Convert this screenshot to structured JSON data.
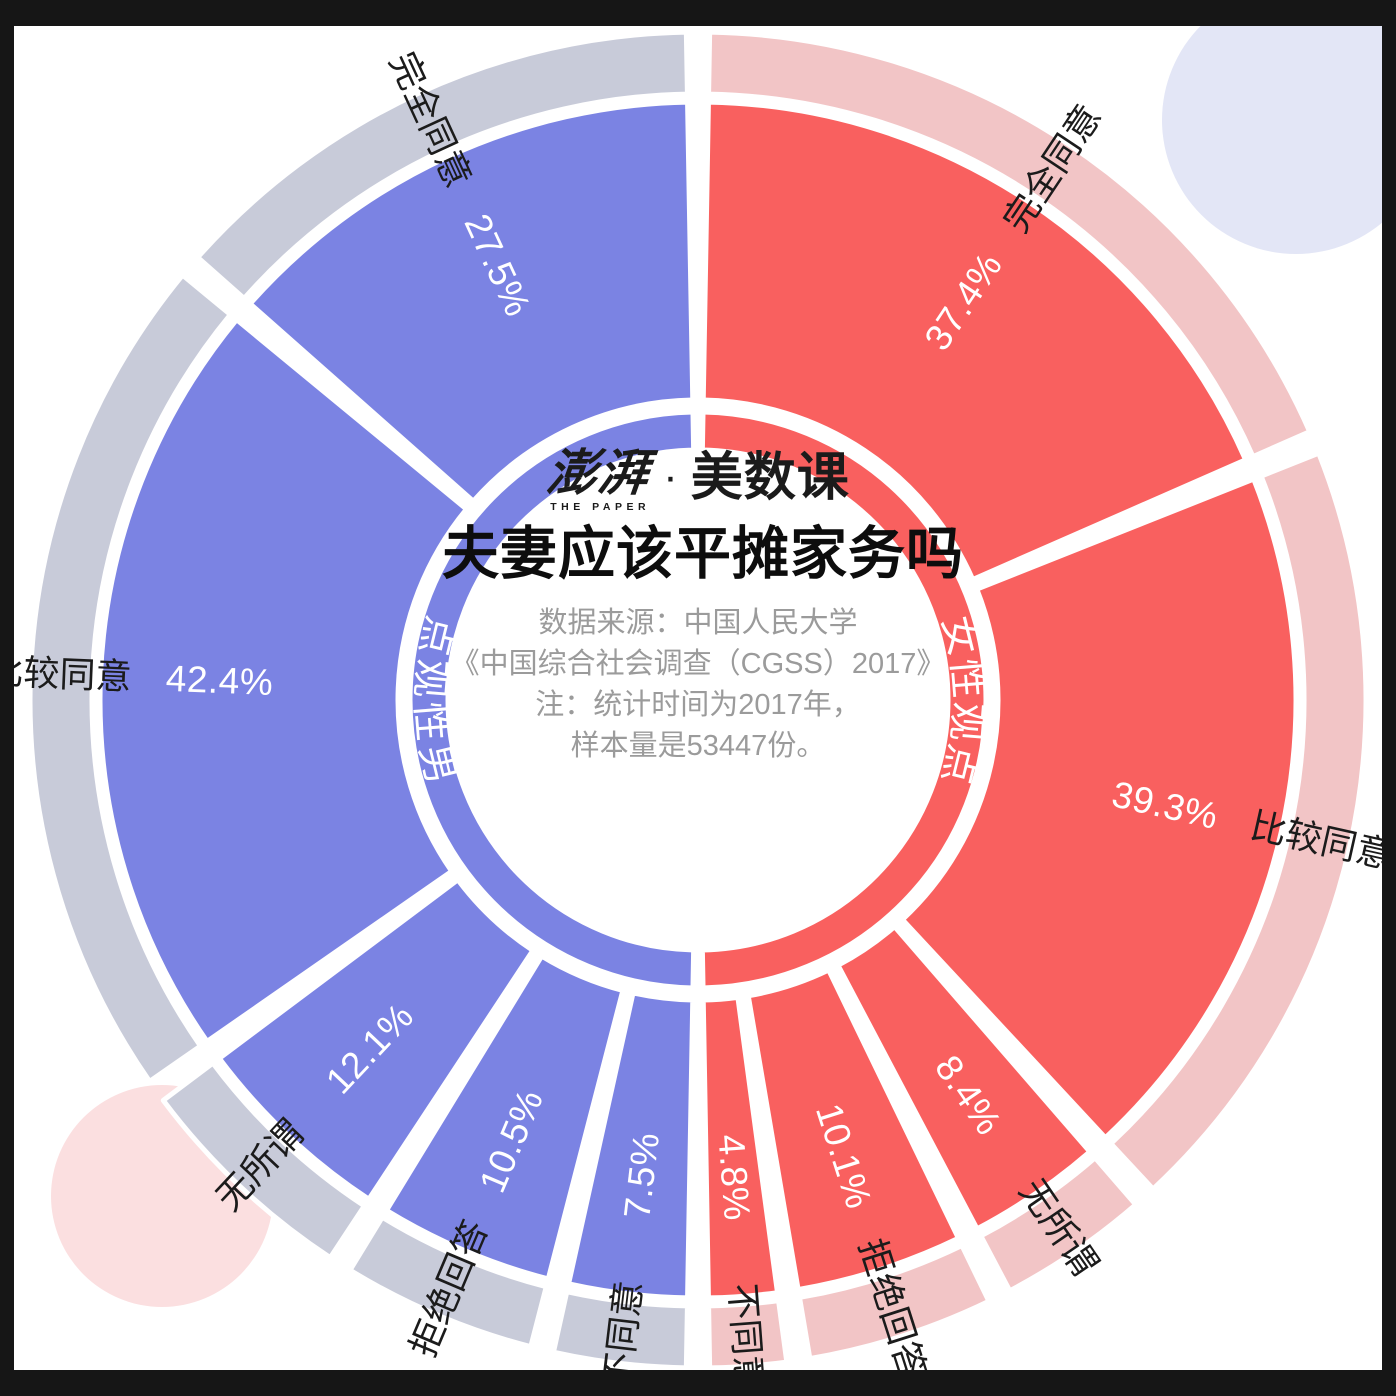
{
  "canvas": {
    "background": "#ffffff",
    "frame_color": "#161616"
  },
  "branding": {
    "logo_brush": "澎湃",
    "logo_brush_sub": "THE PAPER",
    "logo_dot": "·",
    "logo_word": "美数课"
  },
  "center": {
    "title": "夫妻应该平摊家务吗",
    "source_lines": [
      "数据来源：中国人民大学",
      "《中国综合社会调查（CGSS）2017》",
      "注：统计时间为2017年，",
      "样本量是53447份。"
    ]
  },
  "hub": {
    "male_label": "男性观点",
    "female_label": "女性观点"
  },
  "colors": {
    "male_main": "#7b83e3",
    "male_outer": "#c8cbd9",
    "female_main": "#f9605f",
    "female_outer": "#f2c5c6",
    "separator": "#ffffff",
    "blob_lavender": "#e3e6f6",
    "blob_pink": "#fbdfe0",
    "title_text": "#0d0d0d",
    "source_text": "#9b9b9b",
    "category_text": "#1b1b1b",
    "percent_text": "#ffffff"
  },
  "decorations": {
    "lavender_circle": "decorative-circle-lavender",
    "pink_circle": "decorative-circle-pink"
  },
  "chart_data": {
    "type": "pie",
    "title": "夫妻应该平摊家务吗",
    "subtitle": "数据来源：中国人民大学《中国综合社会调查（CGSS）2017》",
    "note": "注：统计时间为2017年，样本量是53447份。",
    "unit": "%",
    "sample_size": 53447,
    "year": 2017,
    "layout": "two-half-donuts (left = male, right = female), inner hub ring labels gender, outer thin ring labels category, main ring shows percent",
    "legend_position": "none",
    "categories": [
      "完全同意",
      "比较同意",
      "无所谓",
      "拒绝回答",
      "不同意"
    ],
    "series": [
      {
        "name": "男性观点",
        "side": "left",
        "color": "#7b83e3",
        "outer_color": "#c8cbd9",
        "values": [
          27.5,
          42.4,
          12.1,
          10.5,
          7.5
        ],
        "value_labels": [
          "27.5%",
          "42.4%",
          "12.1%",
          "10.5%",
          "7.5%"
        ]
      },
      {
        "name": "女性观点",
        "side": "right",
        "color": "#f9605f",
        "outer_color": "#f2c5c6",
        "values": [
          37.4,
          39.3,
          8.4,
          10.1,
          4.8
        ],
        "value_labels": [
          "37.4%",
          "39.3%",
          "8.4%",
          "10.1%",
          "4.8%"
        ]
      }
    ]
  }
}
